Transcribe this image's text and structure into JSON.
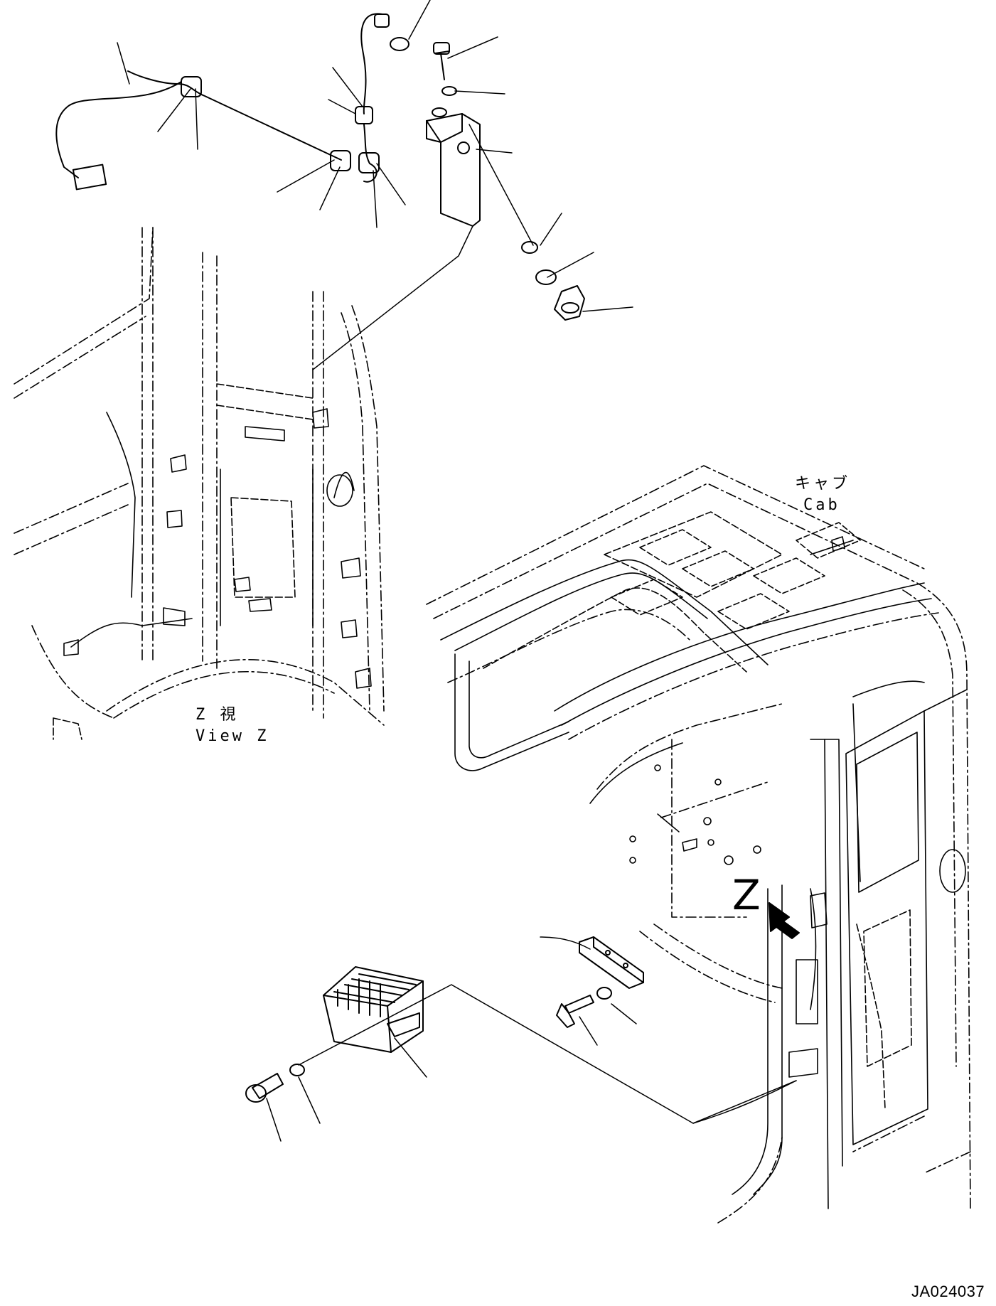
{
  "labels": {
    "cab_jp": "キャブ",
    "cab_en": "Cab",
    "view_jp": "Z  視",
    "view_en": "View Z",
    "z_arrow": "Z",
    "drawing_code": "JA024037"
  }
}
